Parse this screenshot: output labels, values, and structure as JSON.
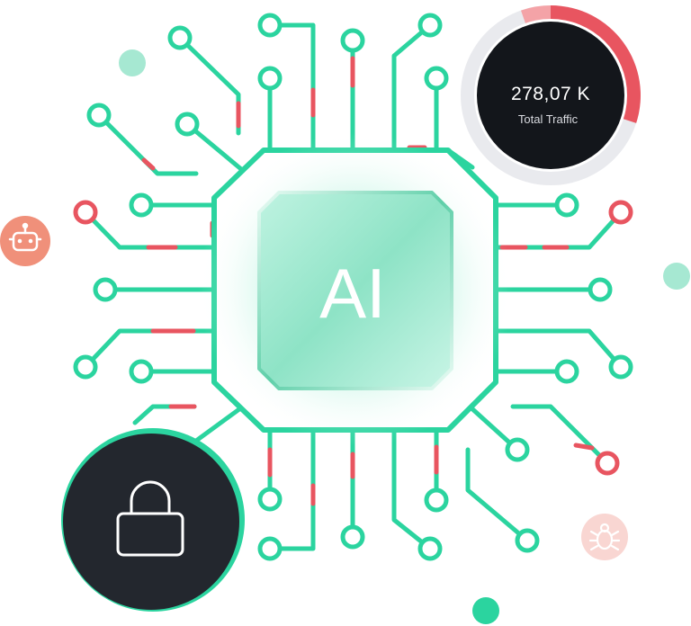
{
  "chip": {
    "label": "AI"
  },
  "traffic": {
    "value": "278,07 K",
    "label": "Total Traffic",
    "fill_fraction": 0.3
  },
  "icons": {
    "bot": "robot-icon",
    "bug": "bug-icon",
    "lock": "lock-icon"
  },
  "colors": {
    "trace": "#2bd49f",
    "accent_red": "#e85560",
    "soft_red": "#f4a3a7",
    "dark": "#23272e",
    "gauge_track": "#e9eaee",
    "bot_badge": "#f0907a",
    "bug_badge": "#f9d6d2",
    "mint_dot": "#a6e8d2"
  }
}
